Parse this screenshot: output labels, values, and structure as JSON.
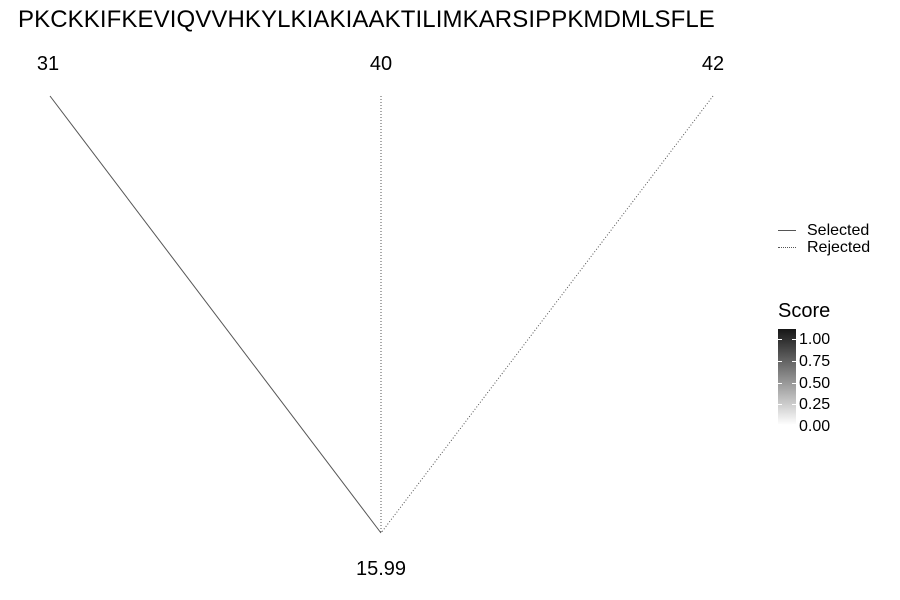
{
  "title": "PKCKKIFKEVIQVVHKYLKIAKIAAKTILIMKARSIPPKMDMLSFLE",
  "chart_data": {
    "type": "diagram",
    "sites": [
      {
        "label": "31",
        "status": "Selected"
      },
      {
        "label": "40",
        "status": "Rejected"
      },
      {
        "label": "42",
        "status": "Rejected"
      }
    ],
    "mass_shift": "15.99",
    "legend": {
      "lines": [
        {
          "label": "Selected",
          "style": "solid"
        },
        {
          "label": "Rejected",
          "style": "dotted"
        }
      ],
      "score": {
        "title": "Score",
        "ticks": [
          "1.00",
          "0.75",
          "0.50",
          "0.25",
          "0.00"
        ],
        "range": [
          0,
          1
        ]
      }
    }
  },
  "colors": {
    "line": "#555555",
    "background": "#ffffff",
    "score_high": "#161616",
    "score_low": "#ffffff"
  }
}
